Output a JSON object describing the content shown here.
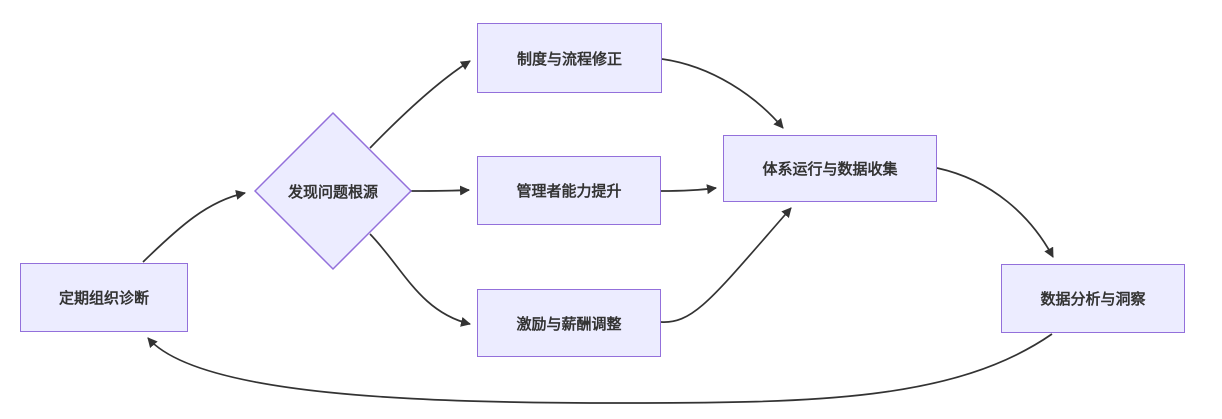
{
  "diagram": {
    "background_color": "#ffffff",
    "node_fill_color": "#ECECFF",
    "node_border_color": "#9370DB",
    "edge_color": "#333333",
    "text_color": "#333333",
    "nodes": {
      "periodic_diagnosis": {
        "label": "定期组织诊断",
        "shape": "rect"
      },
      "find_root_cause": {
        "label": "发现问题根源",
        "shape": "diamond"
      },
      "process_fix": {
        "label": "制度与流程修正",
        "shape": "rect"
      },
      "manager_capability": {
        "label": "管理者能力提升",
        "shape": "rect"
      },
      "incentive_adjustment": {
        "label": "激励与薪酬调整",
        "shape": "rect"
      },
      "system_run_data": {
        "label": "体系运行与数据收集",
        "shape": "rect"
      },
      "data_analysis": {
        "label": "数据分析与洞察",
        "shape": "rect"
      }
    },
    "edges": [
      {
        "from": "定期组织诊断",
        "to": "发现问题根源"
      },
      {
        "from": "发现问题根源",
        "to": "制度与流程修正"
      },
      {
        "from": "发现问题根源",
        "to": "管理者能力提升"
      },
      {
        "from": "发现问题根源",
        "to": "激励与薪酬调整"
      },
      {
        "from": "制度与流程修正",
        "to": "体系运行与数据收集"
      },
      {
        "from": "管理者能力提升",
        "to": "体系运行与数据收集"
      },
      {
        "from": "激励与薪酬调整",
        "to": "体系运行与数据收集"
      },
      {
        "from": "体系运行与数据收集",
        "to": "数据分析与洞察"
      },
      {
        "from": "数据分析与洞察",
        "to": "定期组织诊断"
      }
    ]
  }
}
